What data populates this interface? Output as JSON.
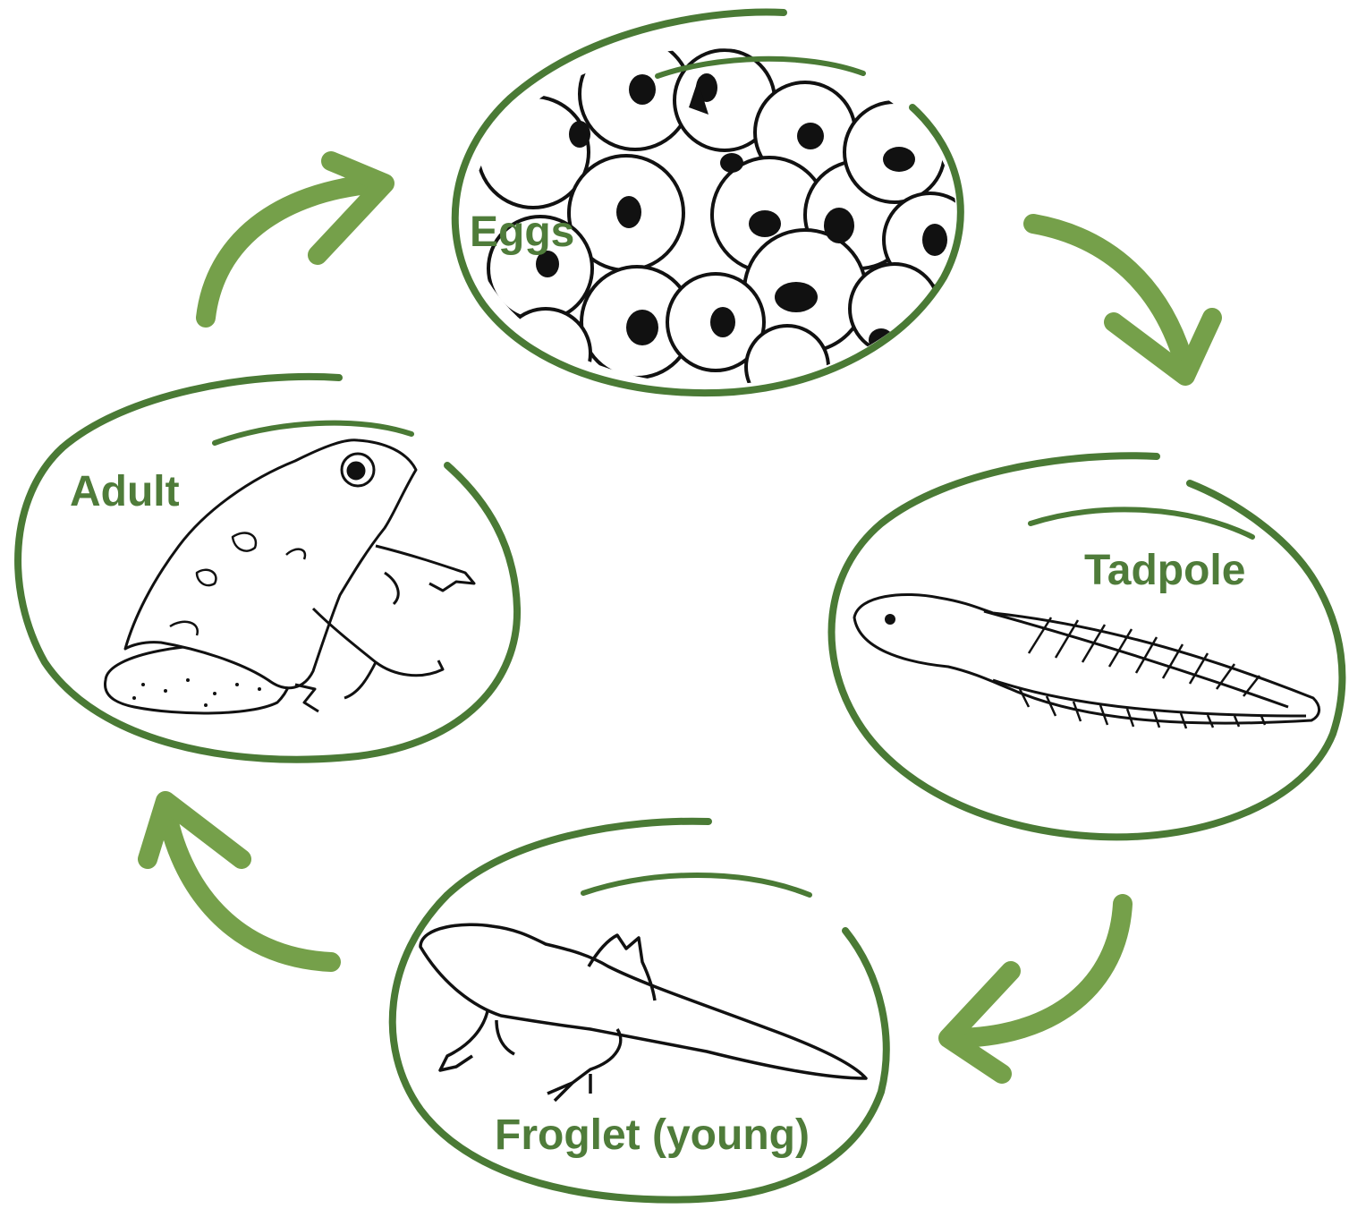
{
  "colors": {
    "ring": "#4a7a35",
    "arrow": "#75a04a",
    "label": "#4f7c3a",
    "ink": "#111111"
  },
  "stages": {
    "eggs": {
      "label": "Eggs",
      "icon": "frog-spawn-icon"
    },
    "tadpole": {
      "label": "Tadpole",
      "icon": "tadpole-icon"
    },
    "froglet": {
      "label": "Froglet (young)",
      "icon": "froglet-icon"
    },
    "adult": {
      "label": "Adult",
      "icon": "adult-frog-icon"
    }
  },
  "cycle_order": [
    "Eggs",
    "Tadpole",
    "Froglet (young)",
    "Adult"
  ]
}
